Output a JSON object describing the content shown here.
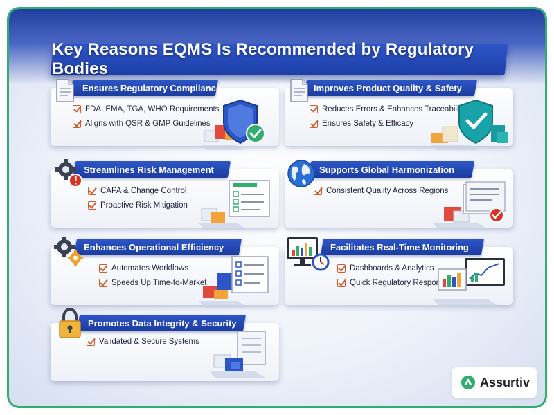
{
  "title": "Key Reasons EQMS Is Recommended by Regulatory Bodies",
  "cards": [
    {
      "title": "Ensures Regulatory Compliance",
      "icon": "document-icon",
      "bullets": [
        "FDA, EMA, TGA, WHO Requirements",
        "Aligns with QSR & GMP Guidelines"
      ],
      "illustration": "shield-check"
    },
    {
      "title": "Improves Product Quality & Safety",
      "icon": "document-icon",
      "bullets": [
        "Reduces Errors & Enhances Traceability",
        "Ensures Safety & Efficacy"
      ],
      "illustration": "shield-check"
    },
    {
      "title": "Streamlines Risk Management",
      "icon": "gear-alert-icon",
      "bullets": [
        "CAPA & Change Control",
        "Proactive Risk Mitigation"
      ],
      "illustration": "checklist"
    },
    {
      "title": "Supports Global Harmonization",
      "icon": "globe-icon",
      "bullets": [
        "Consistent Quality Across Regions"
      ],
      "illustration": "document-check"
    },
    {
      "title": "Enhances Operational Efficiency",
      "icon": "gears-icon",
      "bullets": [
        "Automates Workflows",
        "Speeds Up Time-to-Market"
      ],
      "illustration": "checklist"
    },
    {
      "title": "Facilitates Real-Time Monitoring",
      "icon": "monitor-clock-icon",
      "bullets": [
        "Dashboards & Analytics",
        "Quick Regulatory Response"
      ],
      "illustration": "monitor-charts"
    },
    {
      "title": "Promotes Data Integrity & Security",
      "icon": "padlock-icon",
      "bullets": [
        "Validated & Secure Systems"
      ],
      "illustration": "server-blocks"
    }
  ],
  "brand": {
    "name": "Assurtiv",
    "accent": "#2fae6e"
  },
  "colors": {
    "banner": "#1c3ea6",
    "check": "#d2592a",
    "border": "#2fae6e"
  }
}
